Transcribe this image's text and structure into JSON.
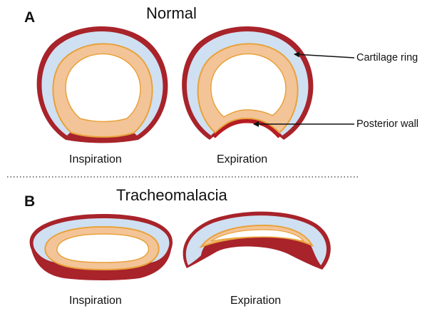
{
  "panel_a": {
    "letter": "A",
    "title": "Normal",
    "inspiration_caption": "Inspiration",
    "expiration_caption": "Expiration"
  },
  "panel_b": {
    "letter": "B",
    "title": "Tracheomalacia",
    "inspiration_caption": "Inspiration",
    "expiration_caption": "Expiration"
  },
  "labels": {
    "cartilage_ring": "Cartilage ring",
    "posterior_wall": "Posterior wall"
  },
  "colors": {
    "outer_wall": "#a8232a",
    "cartilage": "#cfe0f2",
    "mucosa": "#f3c497",
    "mucosa_edge": "#e8a23c",
    "lumen": "#ffffff",
    "posterior_wall": "#b71c22"
  }
}
